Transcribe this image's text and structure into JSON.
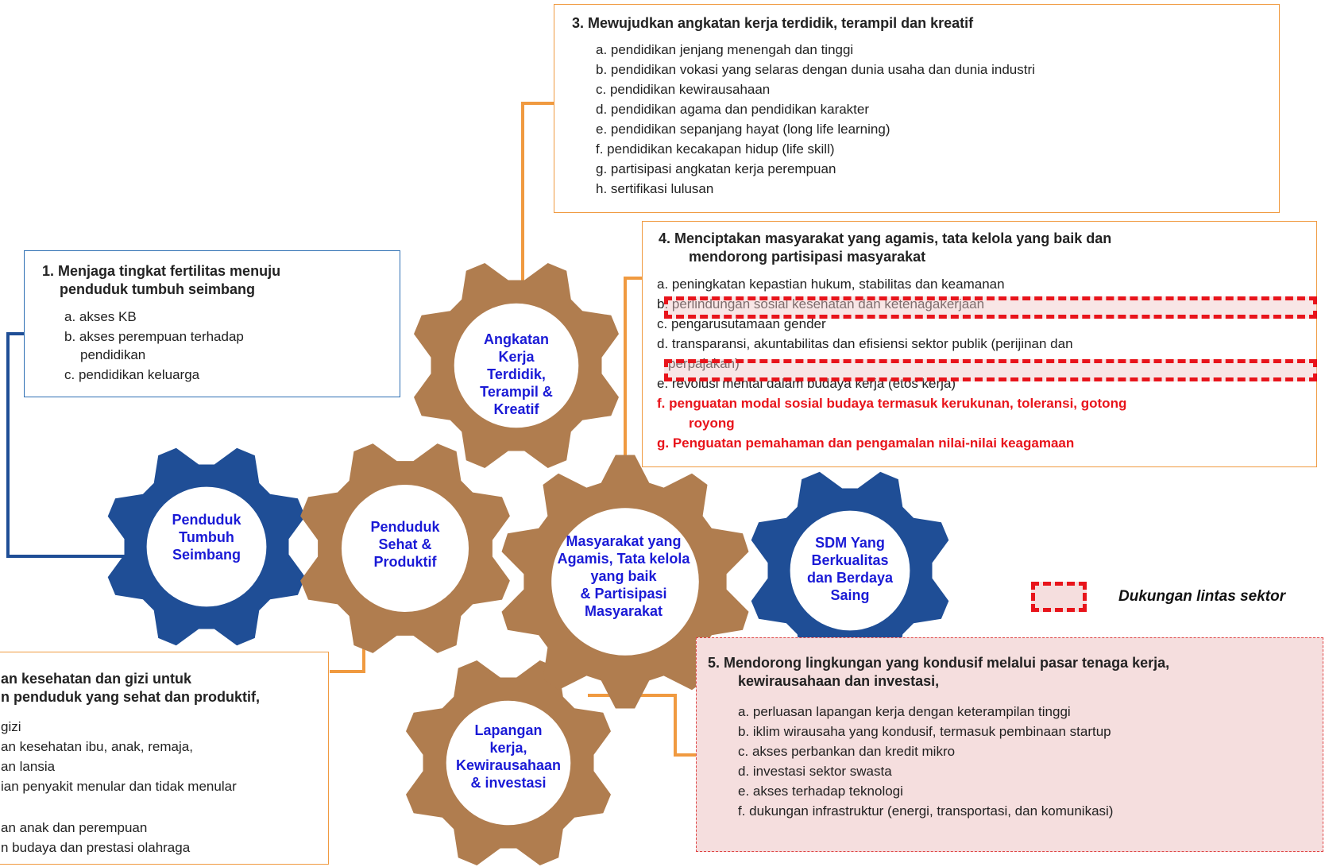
{
  "title_fragment": "gunan      yang                    nya        ng",
  "gears": {
    "penduduk_tumbuh": "Penduduk\nTumbuh\nSeimbang",
    "penduduk_sehat": "Penduduk\nSehat &\nProduktif",
    "angkatan_kerja": "Angkatan\nKerja\nTerdidik,\nTerampil &\nKreatif",
    "masyarakat": "Masyarakat yang\nAgamis, Tata kelola\nyang baik\n& Partisipasi\nMasyarakat",
    "sdm": "SDM Yang\nBerkualitas\ndan Berdaya\nSaing",
    "lapangan": "Lapangan\nkerja,\nKewirausahaan\n& investasi"
  },
  "box1": {
    "head1": "1. Menjaga tingkat fertilitas menuju",
    "head2": "penduduk tumbuh seimbang",
    "items": [
      "a. akses KB",
      "b. akses perempuan terhadap",
      "pendidikan",
      "c. pendidikan  keluarga"
    ]
  },
  "box2": {
    "head1": "an kesehatan dan gizi untuk",
    "head2": "n penduduk yang sehat dan produktif,",
    "items": [
      "gizi",
      "an  kesehatan ibu, anak, remaja,",
      "an lansia",
      "ian  penyakit menular  dan tidak menular",
      "an  anak dan perempuan",
      "n  budaya dan prestasi olahraga"
    ]
  },
  "box3": {
    "head": "3.    Mewujudkan angkatan kerja terdidik, terampil dan kreatif",
    "items": [
      "a.  pendidikan  jenjang menengah  dan tinggi",
      "b.  pendidikan  vokasi yang selaras dengan dunia usaha dan dunia  industri",
      "c.  pendidikan  kewirausahaan",
      "d.  pendidikan  agama dan pendidikan  karakter",
      "e.  pendidikan  sepanjang hayat (long life learning)",
      "f.   pendidikan  kecakapan hidup (life skill)",
      "g.  partisipasi angkatan kerja perempuan",
      "h.  sertifikasi lulusan"
    ]
  },
  "box4": {
    "head1": "4.    Menciptakan masyarakat yang agamis, tata kelola yang baik dan",
    "head2": "mendorong partisipasi masyarakat",
    "items": [
      "a.     peningkatan  kepastian  hukum,  stabilitas  dan keamanan",
      "b.     perlindungan  sosial kesehatan dan ketenagakerjaan",
      "c.     pengarusutamaan  gender",
      "d.     transparansi,  akuntabilitas  dan efisiensi sektor publik  (perijinan dan",
      "perpajakan)",
      "e.     revolusi mental dalam budaya kerja (etos kerja)"
    ],
    "red_items": [
      "f.     penguatan modal sosial budaya termasuk kerukunan, toleransi, gotong",
      "royong",
      "g.     Penguatan pemahaman dan pengamalan nilai-nilai keagamaan"
    ]
  },
  "box5": {
    "head1": "5.    Mendorong lingkungan yang kondusif melalui pasar tenaga kerja,",
    "head2": "kewirausahaan dan investasi,",
    "items": [
      "a. perluasan lapangan kerja dengan keterampilan  tinggi",
      "b. iklim  wirausaha yang kondusif, termasuk pembinaan  startup",
      "c. akses perbankan dan kredit mikro",
      "d. investasi sektor swasta",
      "e. akses terhadap teknologi",
      "f.  dukungan  infrastruktur (energi, transportasi, dan komunikasi)"
    ]
  },
  "legend": {
    "label": "Dukungan lintas sektor"
  },
  "colors": {
    "blue_gear": "#1f4e96",
    "brown_gear": "#b07d4f",
    "orange": "#f09a40",
    "red": "#e8141b",
    "label_blue": "#1a1ad6"
  }
}
